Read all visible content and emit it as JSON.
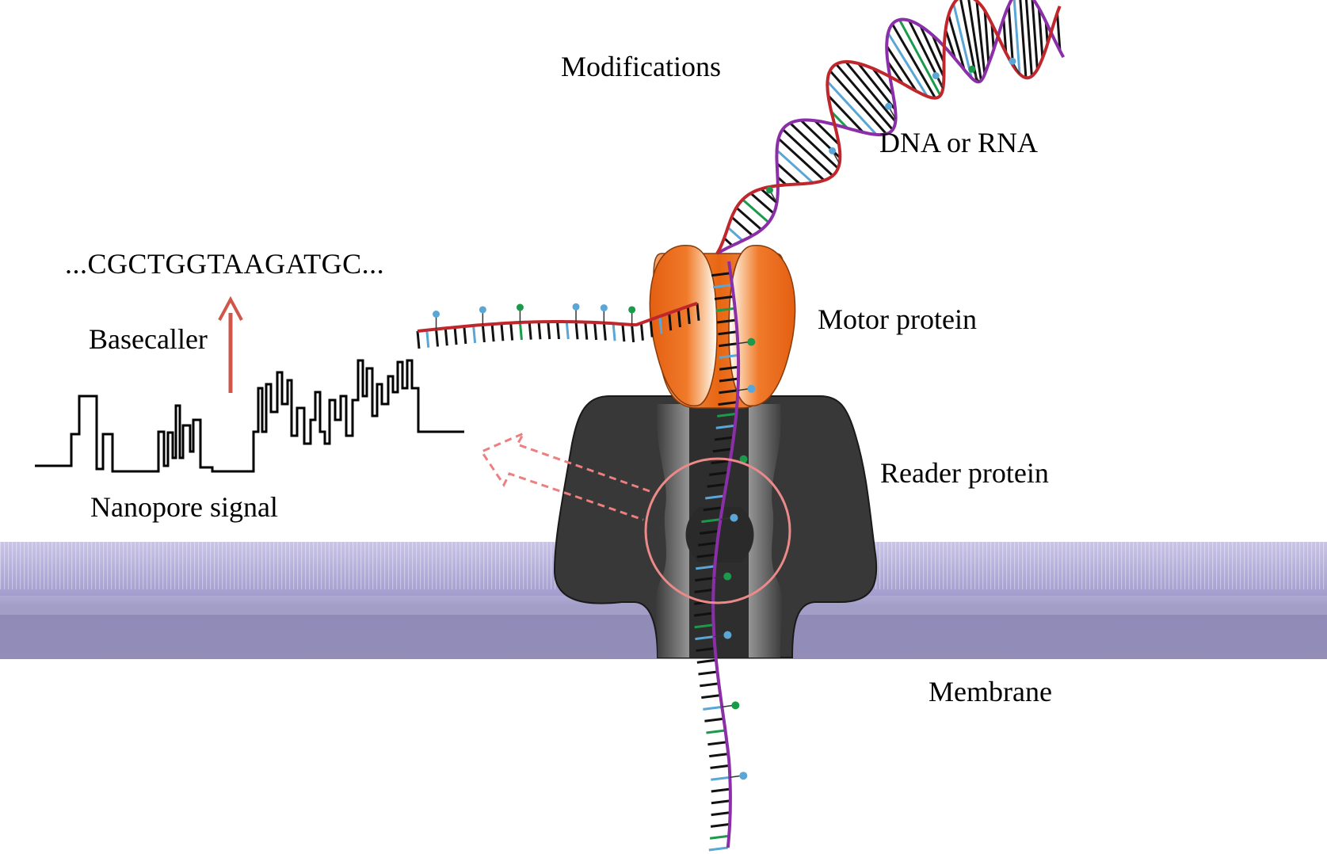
{
  "labels": {
    "modifications": "Modifications",
    "dna_or_rna": "DNA or RNA",
    "motor_protein": "Motor protein",
    "reader_protein": "Reader protein",
    "membrane": "Membrane",
    "sequence": "...CGCTGGTAAGATGC...",
    "basecaller": "Basecaller",
    "nanopore_signal": "Nanopore signal"
  },
  "colors": {
    "strand_red": "#c0272d",
    "strand_purple": "#8b2fa8",
    "base_black": "#111111",
    "mod_blue": "#5aa6d6",
    "mod_green": "#1a9a4a",
    "motor_orange": "#e8620f",
    "reader_dark": "#3a3a3a",
    "membrane_lavender": "#9e98c4",
    "highlight_pink": "#e98080",
    "arrow_red": "#d0564a",
    "signal_black": "#000000"
  },
  "icons": {
    "basecaller_arrow": "arrow-up-icon",
    "signal_arrow": "dashed-hollow-arrow-left-icon",
    "focus_ring": "circle-outline-icon"
  }
}
